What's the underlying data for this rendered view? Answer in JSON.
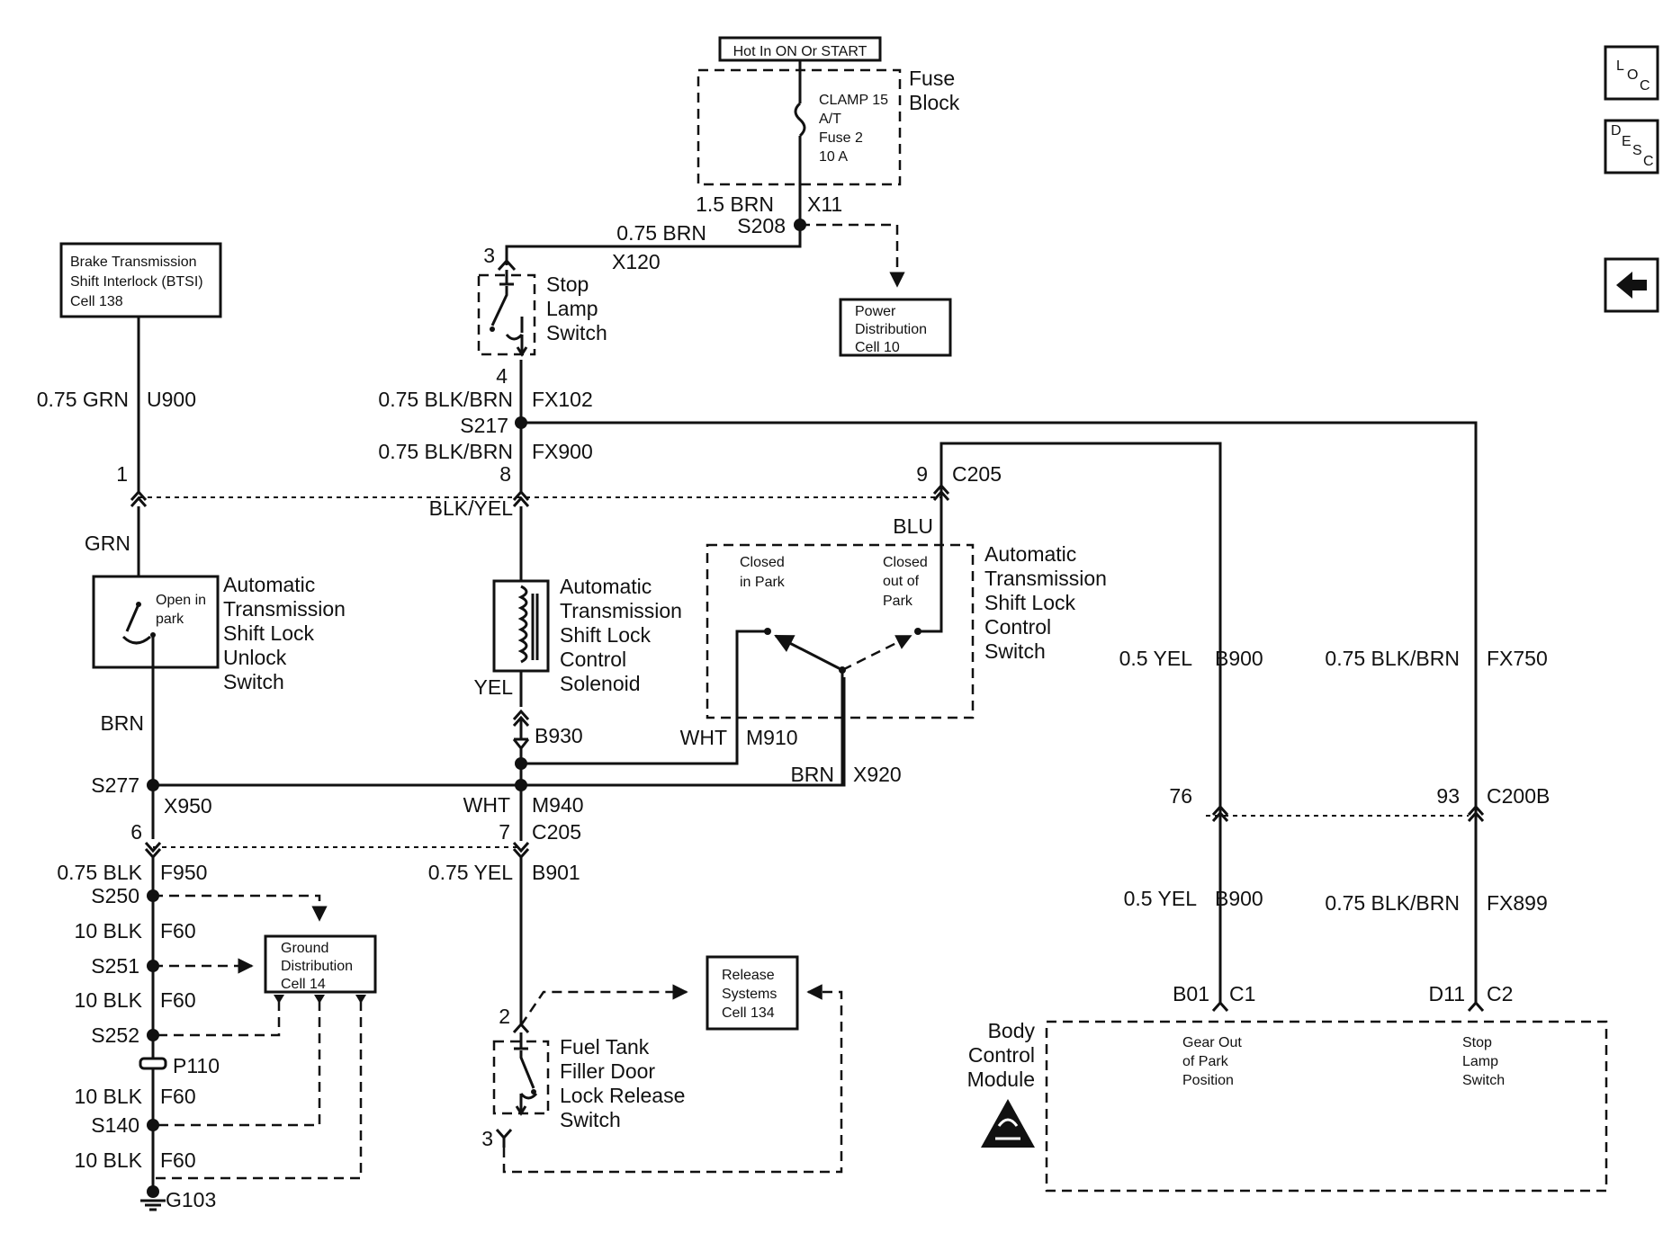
{
  "supply": {
    "label": "Hot In ON Or START"
  },
  "fuse_block": {
    "title_1": "Fuse",
    "title_2": "Block",
    "line1": "CLAMP 15",
    "line2": "A/T",
    "line3": "Fuse 2",
    "line4": "10 A"
  },
  "wires": {
    "w_15brn": "1.5 BRN",
    "c_x11": "X11",
    "s208": "S208",
    "w_075brn": "0.75 BRN",
    "c_x120": "X120",
    "w_grn": "0.75 GRN",
    "c_u900": "U900",
    "w_blkbrn1": "0.75 BLK/BRN",
    "c_fx102": "FX102",
    "s217": "S217",
    "w_blkbrn2": "0.75 BLK/BRN",
    "c_fx900": "FX900",
    "grn": "GRN",
    "blkyel": "BLK/YEL",
    "blu": "BLU",
    "yel": "YEL",
    "brn1": "BRN",
    "wht1": "WHT",
    "c_m910": "M910",
    "b930": "B930",
    "brn2": "BRN",
    "c_x920": "X920",
    "s277": "S277",
    "c_x950": "X950",
    "wht2": "WHT",
    "c_m940": "M940",
    "c_c205b": "C205",
    "w_blk1": "0.75 BLK",
    "c_f950": "F950",
    "s250": "S250",
    "w_blk2": "10 BLK",
    "c_f60a": "F60",
    "s251": "S251",
    "w_blk3": "10 BLK",
    "c_f60b": "F60",
    "s252": "S252",
    "p110": "P110",
    "w_blk4": "10 BLK",
    "c_f60c": "F60",
    "s140": "S140",
    "w_blk5": "10 BLK",
    "c_f60d": "F60",
    "g103": "G103",
    "w_yel1": "0.75 YEL",
    "c_b901": "B901",
    "w_05yel1": "0.5 YEL",
    "c_b900a": "B900",
    "w_blkbrn3": "0.75 BLK/BRN",
    "c_fx750": "FX750",
    "w_05yel2": "0.5 YEL",
    "c_b900b": "B900",
    "w_blkbrn4": "0.75 BLK/BRN",
    "c_fx899": "FX899"
  },
  "pins": {
    "p3": "3",
    "p4": "4",
    "p1": "1",
    "p8": "8",
    "p9": "9",
    "c_c205": "C205",
    "p6": "6",
    "p7": "7",
    "p76": "76",
    "p93": "93",
    "c_c200b": "C200B",
    "p2": "2",
    "p3b": "3",
    "b01": "B01",
    "c1": "C1",
    "d11": "D11",
    "c2": "C2"
  },
  "boxes": {
    "btsi": [
      "Brake Transmission",
      "Shift Interlock (BTSI)",
      "Cell 138"
    ],
    "power": [
      "Power",
      "Distribution",
      "Cell 10"
    ],
    "ground": [
      "Ground",
      "Distribution",
      "Cell 14"
    ],
    "release": [
      "Release",
      "Systems",
      "Cell 134"
    ]
  },
  "components": {
    "stop_lamp": [
      "Stop",
      "Lamp",
      "Switch"
    ],
    "unlock": [
      "Automatic",
      "Transmission",
      "Shift Lock",
      "Unlock",
      "Switch"
    ],
    "unlock_note": [
      "Open in",
      "park"
    ],
    "solenoid": [
      "Automatic",
      "Transmission",
      "Shift Lock",
      "Control",
      "Solenoid"
    ],
    "control_switch": [
      "Automatic",
      "Transmission",
      "Shift Lock",
      "Control",
      "Switch"
    ],
    "closed_in_park": [
      "Closed",
      "in Park"
    ],
    "closed_out_park": [
      "Closed",
      "out of",
      "Park"
    ],
    "fuel": [
      "Fuel Tank",
      "Filler Door",
      "Lock Release",
      "Switch"
    ],
    "bcm": [
      "Body",
      "Control",
      "Module"
    ],
    "gear_out": [
      "Gear Out",
      "of Park",
      "Position"
    ],
    "stop_lamp_sw": [
      "Stop",
      "Lamp",
      "Switch"
    ]
  },
  "icons": {
    "loc": "loc-icon",
    "desc": "desc-icon",
    "back": "back-arrow-icon",
    "esd": "esd-warning-icon",
    "fuse": "fuse-icon"
  },
  "nav": {
    "loc_main": "L",
    "loc_o": "O",
    "loc_c": "C",
    "desc_d": "D",
    "desc_e": "E",
    "desc_s": "S",
    "desc_c": "C"
  }
}
